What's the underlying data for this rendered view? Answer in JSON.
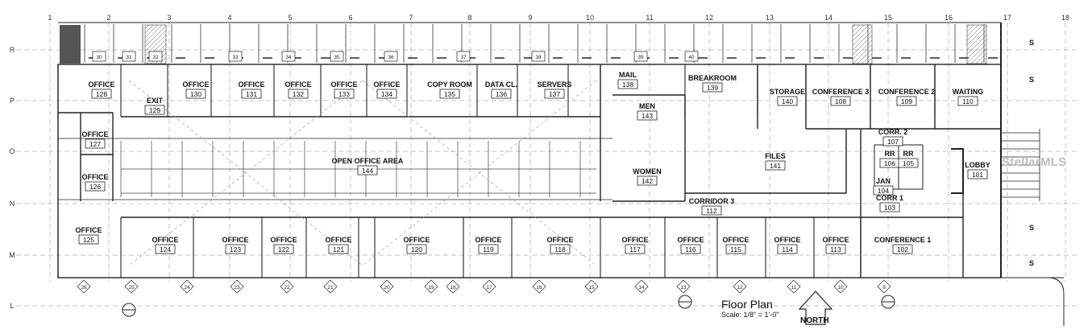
{
  "column_grid": [
    "1",
    "2",
    "3",
    "4",
    "5",
    "6",
    "7",
    "8",
    "9",
    "10",
    "11",
    "12",
    "13",
    "14",
    "15",
    "16",
    "17",
    "18"
  ],
  "row_grid": [
    "R",
    "P",
    "O",
    "N",
    "M",
    "L"
  ],
  "rooms_top": [
    {
      "name": "OFFICE",
      "number": "128"
    },
    {
      "name": "EXIT",
      "number": "129"
    },
    {
      "name": "OFFICE",
      "number": "130"
    },
    {
      "name": "OFFICE",
      "number": "131"
    },
    {
      "name": "OFFICE",
      "number": "132"
    },
    {
      "name": "OFFICE",
      "number": "133"
    },
    {
      "name": "OFFICE",
      "number": "134"
    },
    {
      "name": "COPY ROOM",
      "number": "135"
    },
    {
      "name": "DATA CL.",
      "number": "136"
    },
    {
      "name": "SERVERS",
      "number": "137"
    },
    {
      "name": "MAIL",
      "number": "138"
    },
    {
      "name": "BREAKROOM",
      "number": "139"
    },
    {
      "name": "STORAGE",
      "number": "140"
    },
    {
      "name": "CONFERENCE 3",
      "number": "108"
    },
    {
      "name": "CONFERENCE 2",
      "number": "109"
    },
    {
      "name": "WAITING",
      "number": "110"
    }
  ],
  "rooms_left": [
    {
      "name": "OFFICE",
      "number": "127"
    },
    {
      "name": "OFFICE",
      "number": "126"
    }
  ],
  "rooms_center": [
    {
      "name": "OPEN OFFICE AREA",
      "number": "144"
    },
    {
      "name": "MEN",
      "number": "143"
    },
    {
      "name": "WOMEN",
      "number": "142"
    },
    {
      "name": "FILES",
      "number": "141"
    },
    {
      "name": "CORRIDOR 3",
      "number": "112"
    },
    {
      "name": "CORR. 2",
      "number": "107"
    },
    {
      "name": "RR",
      "number": "106"
    },
    {
      "name": "RR",
      "number": "105"
    },
    {
      "name": "JAN",
      "number": "104"
    },
    {
      "name": "CORR 1",
      "number": "103"
    },
    {
      "name": "LOBBY",
      "number": "101"
    }
  ],
  "rooms_bottom": [
    {
      "name": "OFFICE",
      "number": "125"
    },
    {
      "name": "OFFICE",
      "number": "124"
    },
    {
      "name": "OFFICE",
      "number": "123"
    },
    {
      "name": "OFFICE",
      "number": "122"
    },
    {
      "name": "OFFICE",
      "number": "121"
    },
    {
      "name": "OFFICE",
      "number": "120"
    },
    {
      "name": "OFFICE",
      "number": "119"
    },
    {
      "name": "OFFICE",
      "number": "118"
    },
    {
      "name": "OFFICE",
      "number": "117"
    },
    {
      "name": "OFFICE",
      "number": "116"
    },
    {
      "name": "OFFICE",
      "number": "115"
    },
    {
      "name": "OFFICE",
      "number": "114"
    },
    {
      "name": "OFFICE",
      "number": "113"
    },
    {
      "name": "CONFERENCE 1",
      "number": "102"
    }
  ],
  "door_tags_top": [
    "30",
    "31",
    "32",
    "33",
    "34",
    "35",
    "36",
    "37",
    "38",
    "39",
    "40"
  ],
  "door_tags_bottom": [
    "26",
    "25",
    "24",
    "23",
    "22",
    "21",
    "20",
    "19",
    "18",
    "17",
    "16",
    "15",
    "14",
    "13",
    "12",
    "11",
    "10",
    "9"
  ],
  "stair_label": "S",
  "title": "Floor Plan",
  "scale": "Scale: 1/8\" = 1'-0\"",
  "north": "NORTH",
  "watermark": "StellarMLS",
  "colors": {
    "line": "#222222",
    "grid": "#8a8a8a",
    "fill_wall": "#555555",
    "hatch": "#777777",
    "watermark": "#bdbdbd"
  }
}
